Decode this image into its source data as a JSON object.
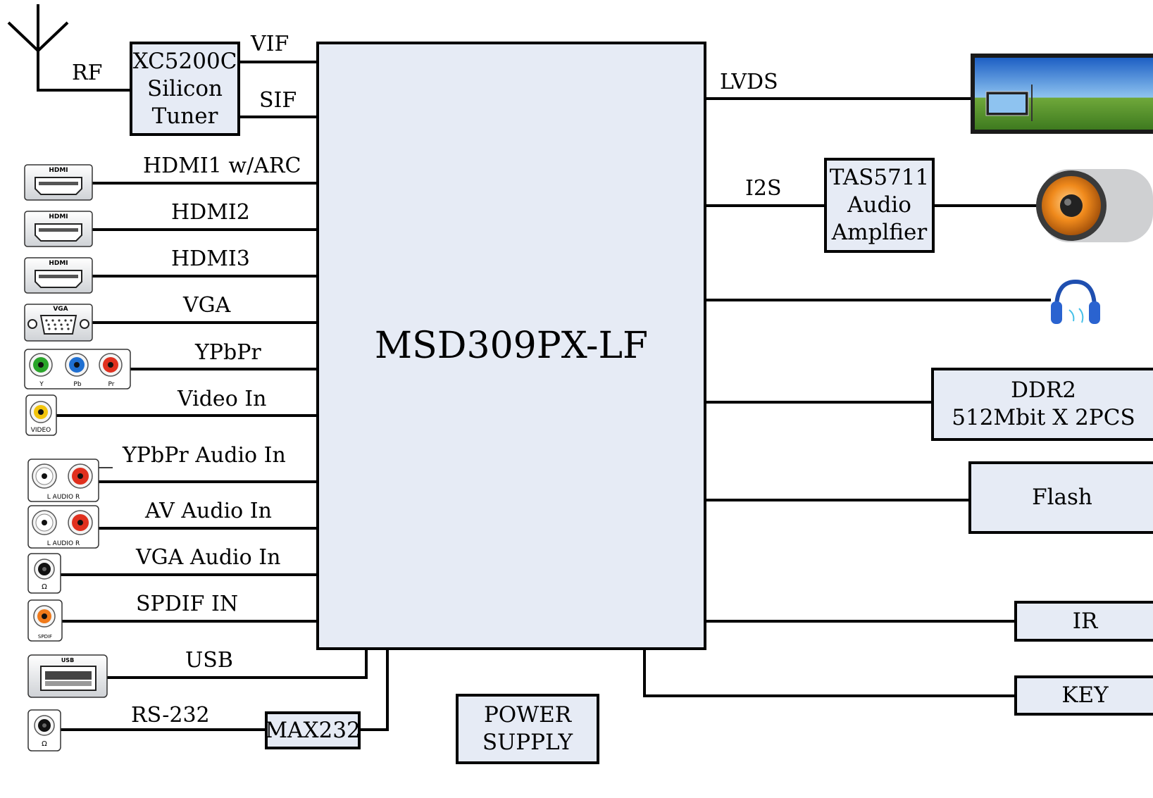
{
  "main_chip": {
    "label": "MSD309PX-LF"
  },
  "tuner": {
    "lines": [
      "XC5200C",
      "Silicon",
      "Tuner"
    ]
  },
  "amplifier": {
    "lines": [
      "TAS5711",
      "Audio",
      "Amplfier"
    ]
  },
  "ddr": {
    "lines": [
      "DDR2",
      "512Mbit X 2PCS"
    ]
  },
  "flash": {
    "label": "Flash"
  },
  "ir": {
    "label": "IR"
  },
  "key": {
    "label": "KEY"
  },
  "max232": {
    "label": "MAX232"
  },
  "power": {
    "lines": [
      "POWER",
      "SUPPLY"
    ]
  },
  "signals": {
    "rf": "RF",
    "vif": "VIF",
    "sif": "SIF",
    "hdmi1": "HDMI1 w/ARC",
    "hdmi2": "HDMI2",
    "hdmi3": "HDMI3",
    "vga": "VGA",
    "ypbpr": "YPbPr",
    "video_in": "Video In",
    "ypbpr_audio": "YPbPr Audio In",
    "av_audio": "AV Audio In",
    "vga_audio": "VGA Audio In",
    "spdif": "SPDIF IN",
    "usb": "USB",
    "rs232": "RS-232",
    "lvds": "LVDS",
    "i2s": "I2S"
  },
  "connector_text": {
    "hdmi": "HDMI",
    "vga": "VGA",
    "y": "Y",
    "pb": "Pb",
    "pr": "Pr",
    "video": "VIDEO",
    "audio_lr": "L  AUDIO  R",
    "spdif": "SPDIF",
    "usb": "USB",
    "omega": "Ω"
  },
  "icons": [
    "antenna-icon",
    "tv-screen-icon",
    "speaker-icon",
    "headphones-icon"
  ],
  "colors": {
    "box_fill": "#e6ebf5",
    "line": "#000000",
    "rca_green": "#2aa52a",
    "rca_blue": "#1f6fd1",
    "rca_red": "#e0301e",
    "rca_yellow": "#f2c40c",
    "rca_orange": "#f07a1a"
  }
}
